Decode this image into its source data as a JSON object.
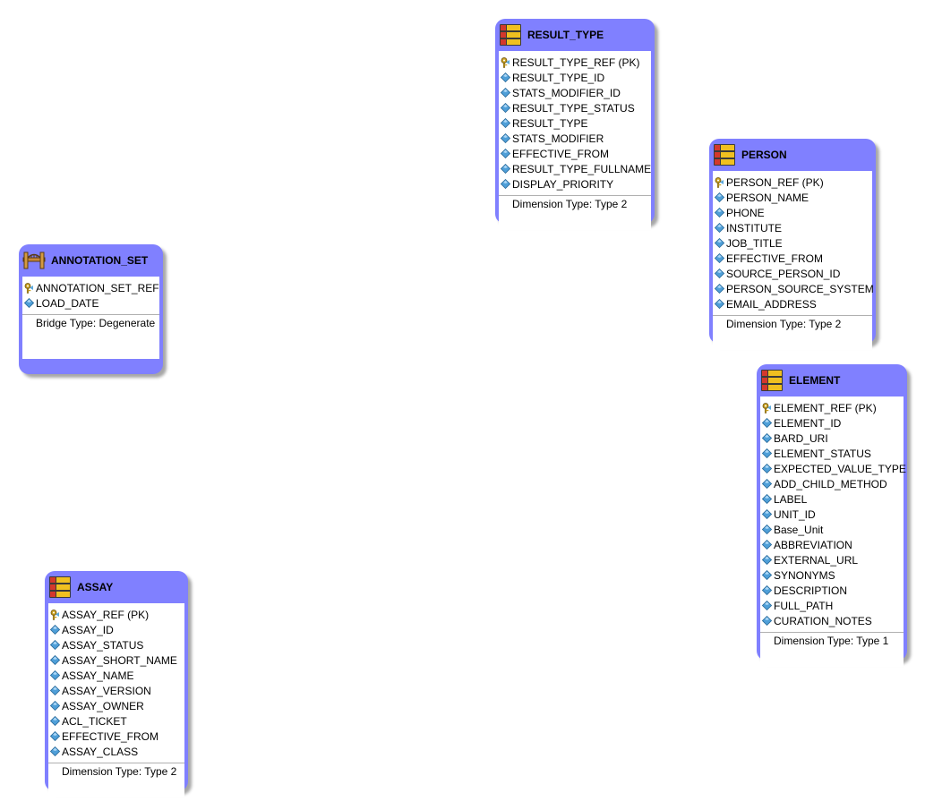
{
  "entities": {
    "result_type": {
      "title": "RESULT_TYPE",
      "icon": "dimension-table-icon",
      "attributes": [
        {
          "label": "RESULT_TYPE_REF (PK)",
          "icon": "primary-key-icon"
        },
        {
          "label": "RESULT_TYPE_ID",
          "icon": "attribute-diamond-icon"
        },
        {
          "label": "STATS_MODIFIER_ID",
          "icon": "attribute-diamond-icon"
        },
        {
          "label": "RESULT_TYPE_STATUS",
          "icon": "attribute-diamond-icon"
        },
        {
          "label": "RESULT_TYPE",
          "icon": "attribute-diamond-icon"
        },
        {
          "label": "STATS_MODIFIER",
          "icon": "attribute-diamond-icon"
        },
        {
          "label": "EFFECTIVE_FROM",
          "icon": "attribute-diamond-icon"
        },
        {
          "label": "RESULT_TYPE_FULLNAME",
          "icon": "attribute-diamond-icon"
        },
        {
          "label": "DISPLAY_PRIORITY",
          "icon": "attribute-diamond-icon"
        }
      ],
      "footer": "Dimension Type: Type 2"
    },
    "person": {
      "title": "PERSON",
      "icon": "dimension-table-icon",
      "attributes": [
        {
          "label": "PERSON_REF (PK)",
          "icon": "primary-key-icon"
        },
        {
          "label": "PERSON_NAME",
          "icon": "attribute-diamond-icon"
        },
        {
          "label": "PHONE",
          "icon": "attribute-diamond-icon"
        },
        {
          "label": "INSTITUTE",
          "icon": "attribute-diamond-icon"
        },
        {
          "label": "JOB_TITLE",
          "icon": "attribute-diamond-icon"
        },
        {
          "label": "EFFECTIVE_FROM",
          "icon": "attribute-diamond-icon"
        },
        {
          "label": "SOURCE_PERSON_ID",
          "icon": "attribute-diamond-icon"
        },
        {
          "label": "PERSON_SOURCE_SYSTEM",
          "icon": "attribute-diamond-icon"
        },
        {
          "label": "EMAIL_ADDRESS",
          "icon": "attribute-diamond-icon"
        }
      ],
      "footer": "Dimension Type: Type 2"
    },
    "annotation_set": {
      "title": "ANNOTATION_SET",
      "icon": "bridge-table-icon",
      "attributes": [
        {
          "label": "ANNOTATION_SET_REF",
          "icon": "primary-key-icon"
        },
        {
          "label": "LOAD_DATE",
          "icon": "attribute-diamond-icon"
        }
      ],
      "footer": "Bridge Type: Degenerate"
    },
    "element": {
      "title": "ELEMENT",
      "icon": "dimension-table-icon",
      "attributes": [
        {
          "label": "ELEMENT_REF (PK)",
          "icon": "primary-key-icon"
        },
        {
          "label": "ELEMENT_ID",
          "icon": "attribute-diamond-icon"
        },
        {
          "label": "BARD_URI",
          "icon": "attribute-diamond-icon"
        },
        {
          "label": "ELEMENT_STATUS",
          "icon": "attribute-diamond-icon"
        },
        {
          "label": "EXPECTED_VALUE_TYPE",
          "icon": "attribute-diamond-icon"
        },
        {
          "label": "ADD_CHILD_METHOD",
          "icon": "attribute-diamond-icon"
        },
        {
          "label": "LABEL",
          "icon": "attribute-diamond-icon"
        },
        {
          "label": "UNIT_ID",
          "icon": "attribute-diamond-icon"
        },
        {
          "label": "Base_Unit",
          "icon": "attribute-diamond-icon"
        },
        {
          "label": "ABBREVIATION",
          "icon": "attribute-diamond-icon"
        },
        {
          "label": "EXTERNAL_URL",
          "icon": "attribute-diamond-icon"
        },
        {
          "label": "SYNONYMS",
          "icon": "attribute-diamond-icon"
        },
        {
          "label": "DESCRIPTION",
          "icon": "attribute-diamond-icon"
        },
        {
          "label": "FULL_PATH",
          "icon": "attribute-diamond-icon"
        },
        {
          "label": "CURATION_NOTES",
          "icon": "attribute-diamond-icon"
        }
      ],
      "footer": "Dimension Type: Type 1"
    },
    "assay": {
      "title": "ASSAY",
      "icon": "dimension-table-icon",
      "attributes": [
        {
          "label": "ASSAY_REF (PK)",
          "icon": "primary-key-icon"
        },
        {
          "label": "ASSAY_ID",
          "icon": "attribute-diamond-icon"
        },
        {
          "label": "ASSAY_STATUS",
          "icon": "attribute-diamond-icon"
        },
        {
          "label": "ASSAY_SHORT_NAME",
          "icon": "attribute-diamond-icon"
        },
        {
          "label": "ASSAY_NAME",
          "icon": "attribute-diamond-icon"
        },
        {
          "label": "ASSAY_VERSION",
          "icon": "attribute-diamond-icon"
        },
        {
          "label": "ASSAY_OWNER",
          "icon": "attribute-diamond-icon"
        },
        {
          "label": "ACL_TICKET",
          "icon": "attribute-diamond-icon"
        },
        {
          "label": "EFFECTIVE_FROM",
          "icon": "attribute-diamond-icon"
        },
        {
          "label": "ASSAY_CLASS",
          "icon": "attribute-diamond-icon"
        }
      ],
      "footer": "Dimension Type: Type 2"
    }
  },
  "colors": {
    "entity_fill": "#8080ff",
    "body_fill": "#ffffff",
    "diamond": "#4f9fd8",
    "key": "#c8a020"
  }
}
